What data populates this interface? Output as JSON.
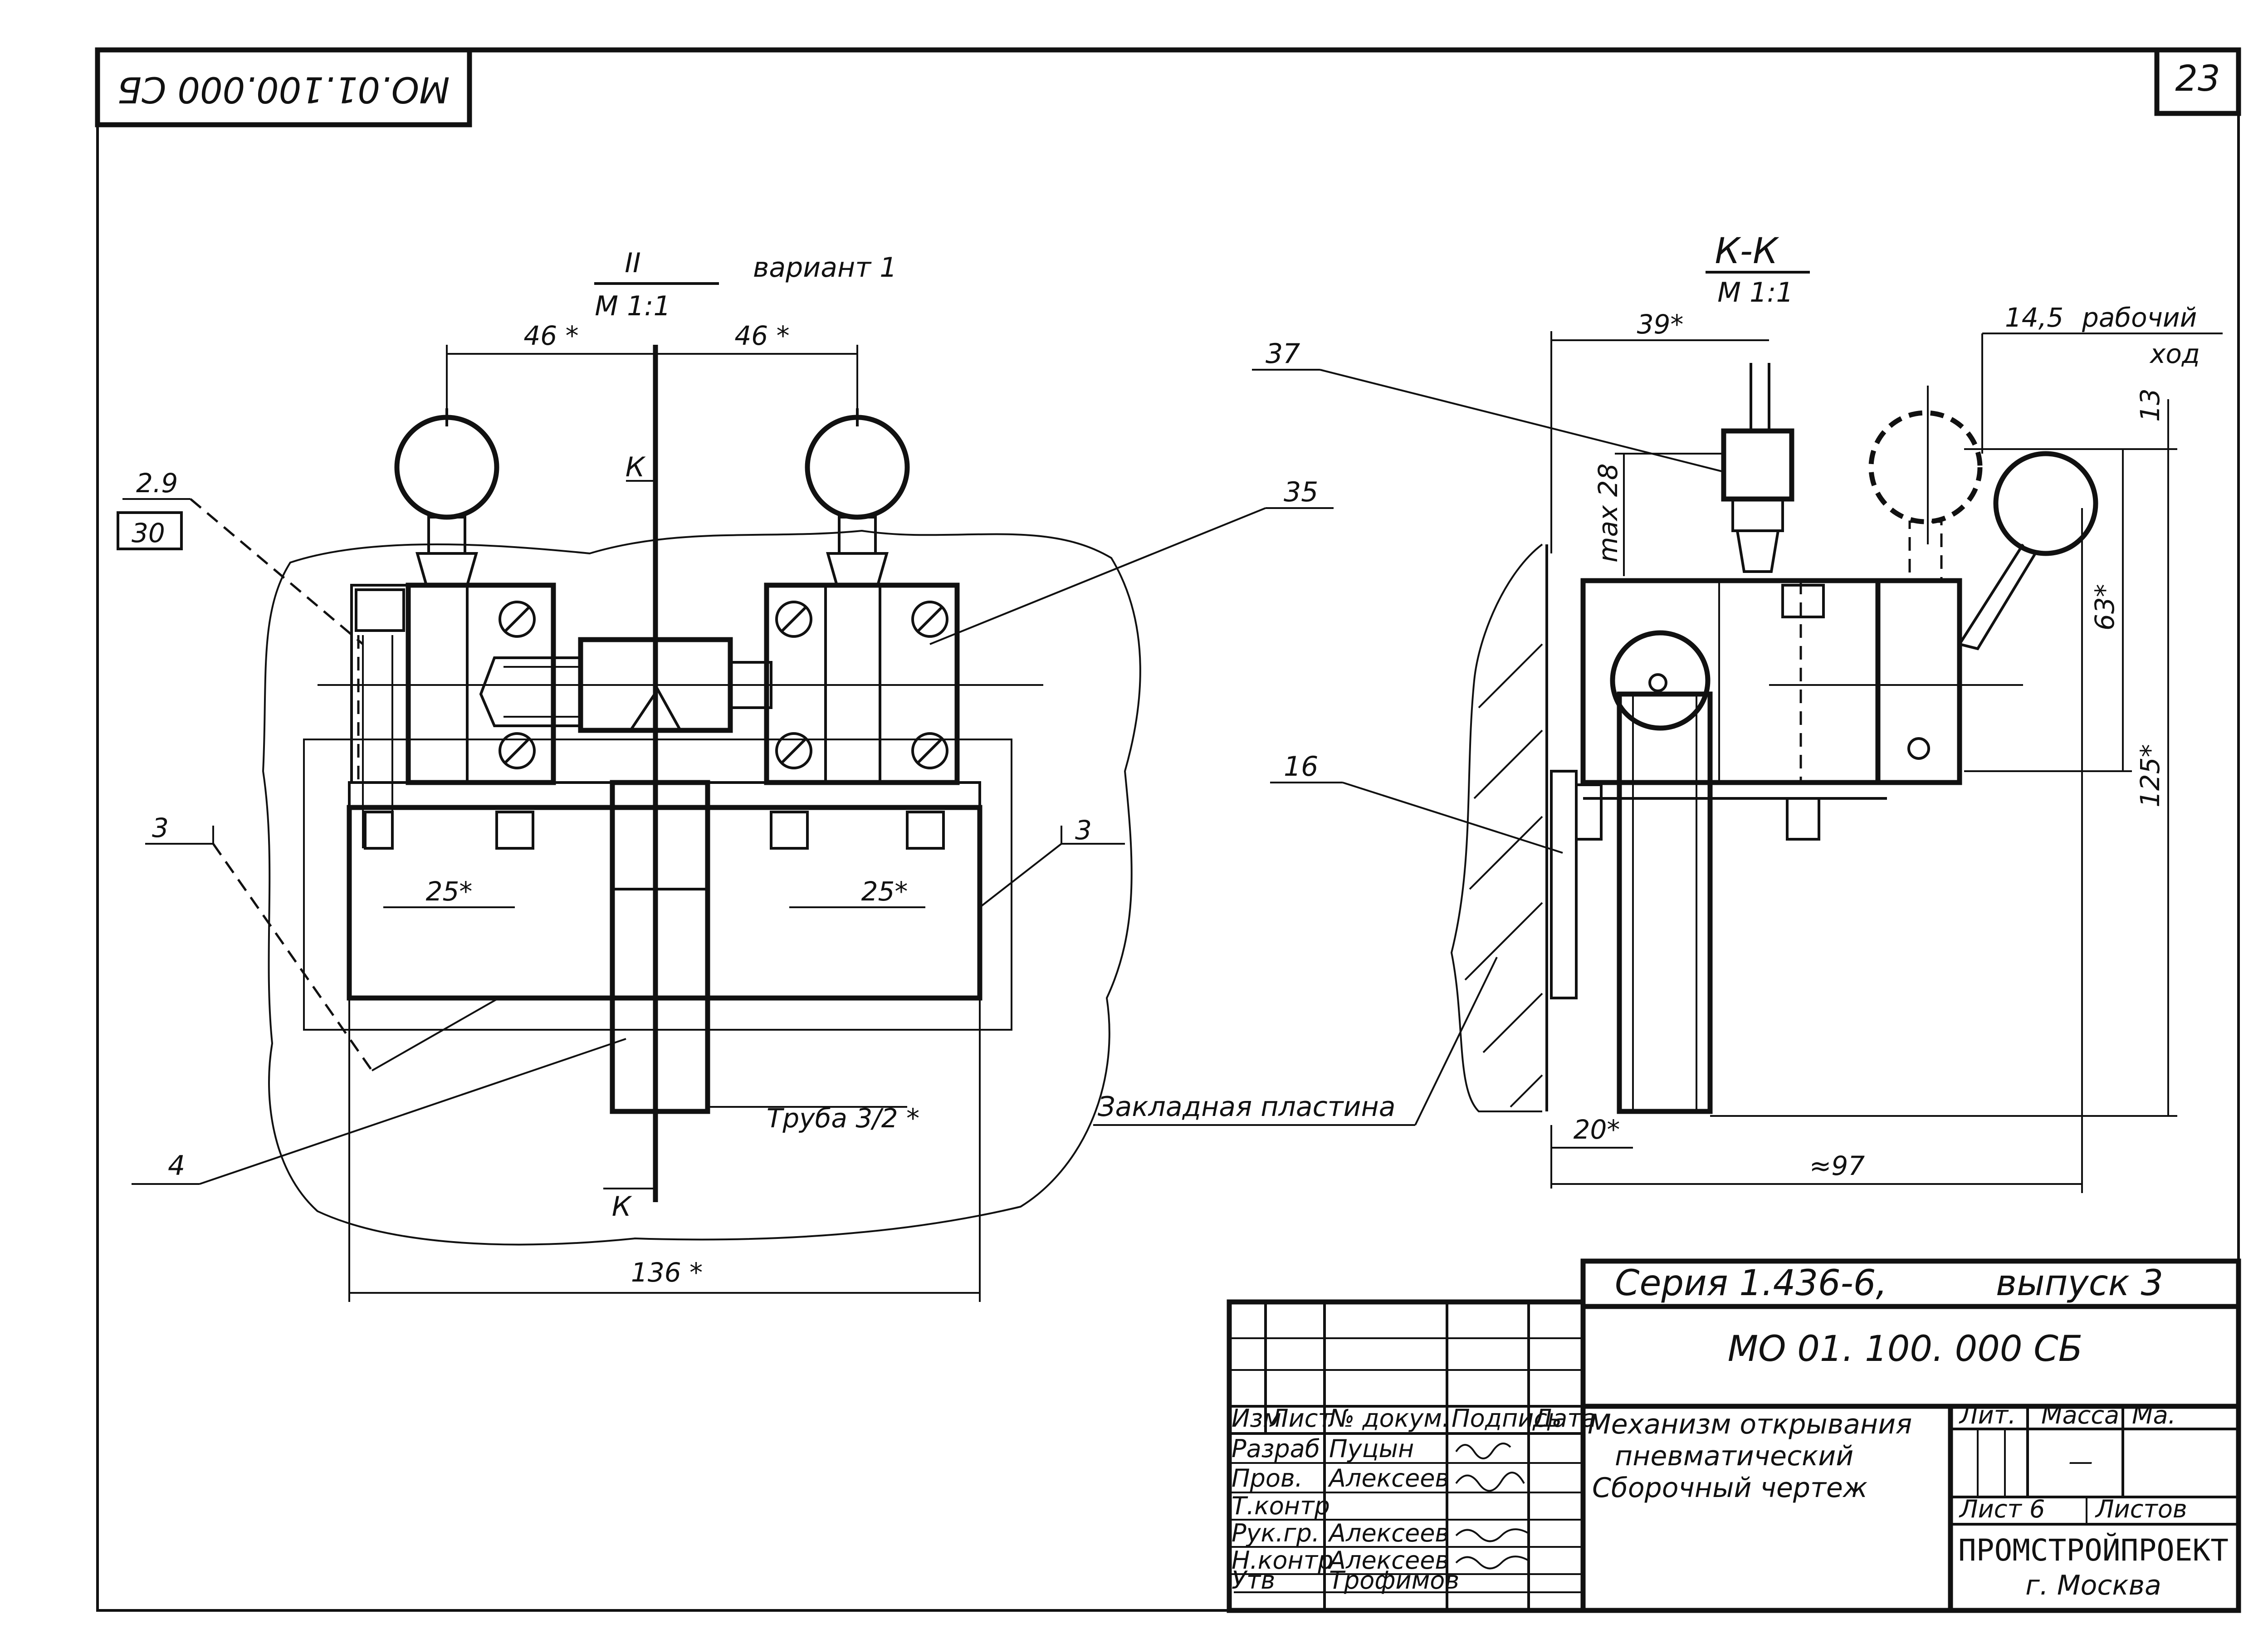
{
  "header": {
    "doc_code_rotated": "МО.01.100.000 СБ",
    "sheet_number": "23"
  },
  "view_left": {
    "title": "II",
    "scale": "М 1:1",
    "variant": "вариант 1",
    "dims": {
      "left_half": "46 *",
      "right_half": "46 *",
      "gap_left": "25*",
      "gap_right": "25*",
      "total": "136 *"
    },
    "callouts": {
      "weld_a": "2.9",
      "weld_b": "30",
      "part_35": "35",
      "part_4": "4",
      "weld_left": "3",
      "weld_right": "3",
      "pipe": "Труба 3/2 *"
    },
    "section_marks": {
      "top": "К",
      "bottom": "К"
    }
  },
  "view_right": {
    "title": "К-К",
    "scale": "М 1:1",
    "dims": {
      "top": "39*",
      "stroke_value": "14,5",
      "stroke_label_1": "рабочий",
      "stroke_label_2": "ход",
      "max": "max 28",
      "d63": "63*",
      "d125": "125*",
      "d13": "13",
      "bottom_small": "20*",
      "bottom_total": "≈97"
    },
    "callouts": {
      "part_37": "37",
      "part_16": "16",
      "plate": "Закладная пластина"
    }
  },
  "title_block": {
    "series": "Серия   1.436-6,",
    "issue": "выпуск  3",
    "doc_code": "МО  01.  100.  000   СБ",
    "name_line1": "Механизм открывания",
    "name_line2": "пневматический",
    "name_line3": "Сборочный чертеж",
    "lit_label": "Лит.",
    "mass_label": "Масса",
    "scale_label": "Ма.",
    "mass_value": "—",
    "sheet_label": "Лист 6",
    "sheets_label": "Листов",
    "org_name": "ПРОМСТРОЙПРОЕКТ",
    "city": "г. Москва",
    "col_izm": "Изм",
    "col_list": "Лист",
    "col_docnum": "№ докум.",
    "col_sign": "Подпись",
    "col_date": "Дата",
    "rows": [
      {
        "role": "Разраб",
        "name": "Пуцын"
      },
      {
        "role": "Пров.",
        "name": "Алексеев"
      },
      {
        "role": "Т.контр",
        "name": ""
      },
      {
        "role": "Рук.гр.",
        "name": "Алексеев"
      },
      {
        "role": "Н.контр",
        "name": "Алексеев"
      },
      {
        "role": "Утв",
        "name": "Трофимов"
      }
    ]
  }
}
